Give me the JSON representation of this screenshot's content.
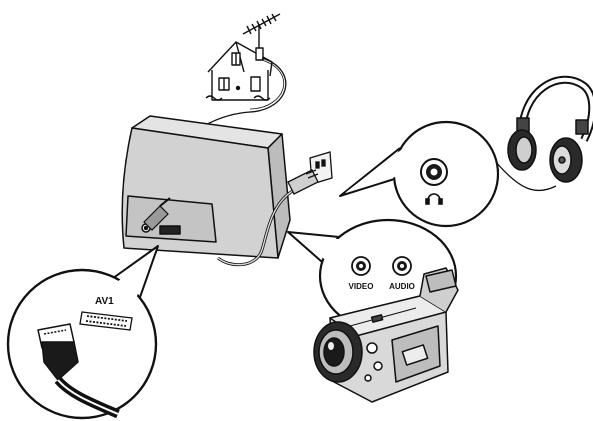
{
  "colors": {
    "line": "#111111",
    "tv_body": "#d2d2d2",
    "tv_side": "#bcbcbc",
    "camera": "#d9d9d9",
    "dark": "#1a1a1a",
    "background": "#ffffff"
  },
  "scart_callout": {
    "socket_label": "AV1"
  },
  "camcorder_callout": {
    "video_label": "VIDEO",
    "audio_label": "AUDIO"
  },
  "headphone_callout": {
    "icon": "headphone-symbol-icon"
  },
  "icons": [
    "house-icon",
    "antenna-icon",
    "tv-icon",
    "power-plug-icon",
    "headphones-icon",
    "camcorder-icon",
    "scart-plug-icon"
  ]
}
